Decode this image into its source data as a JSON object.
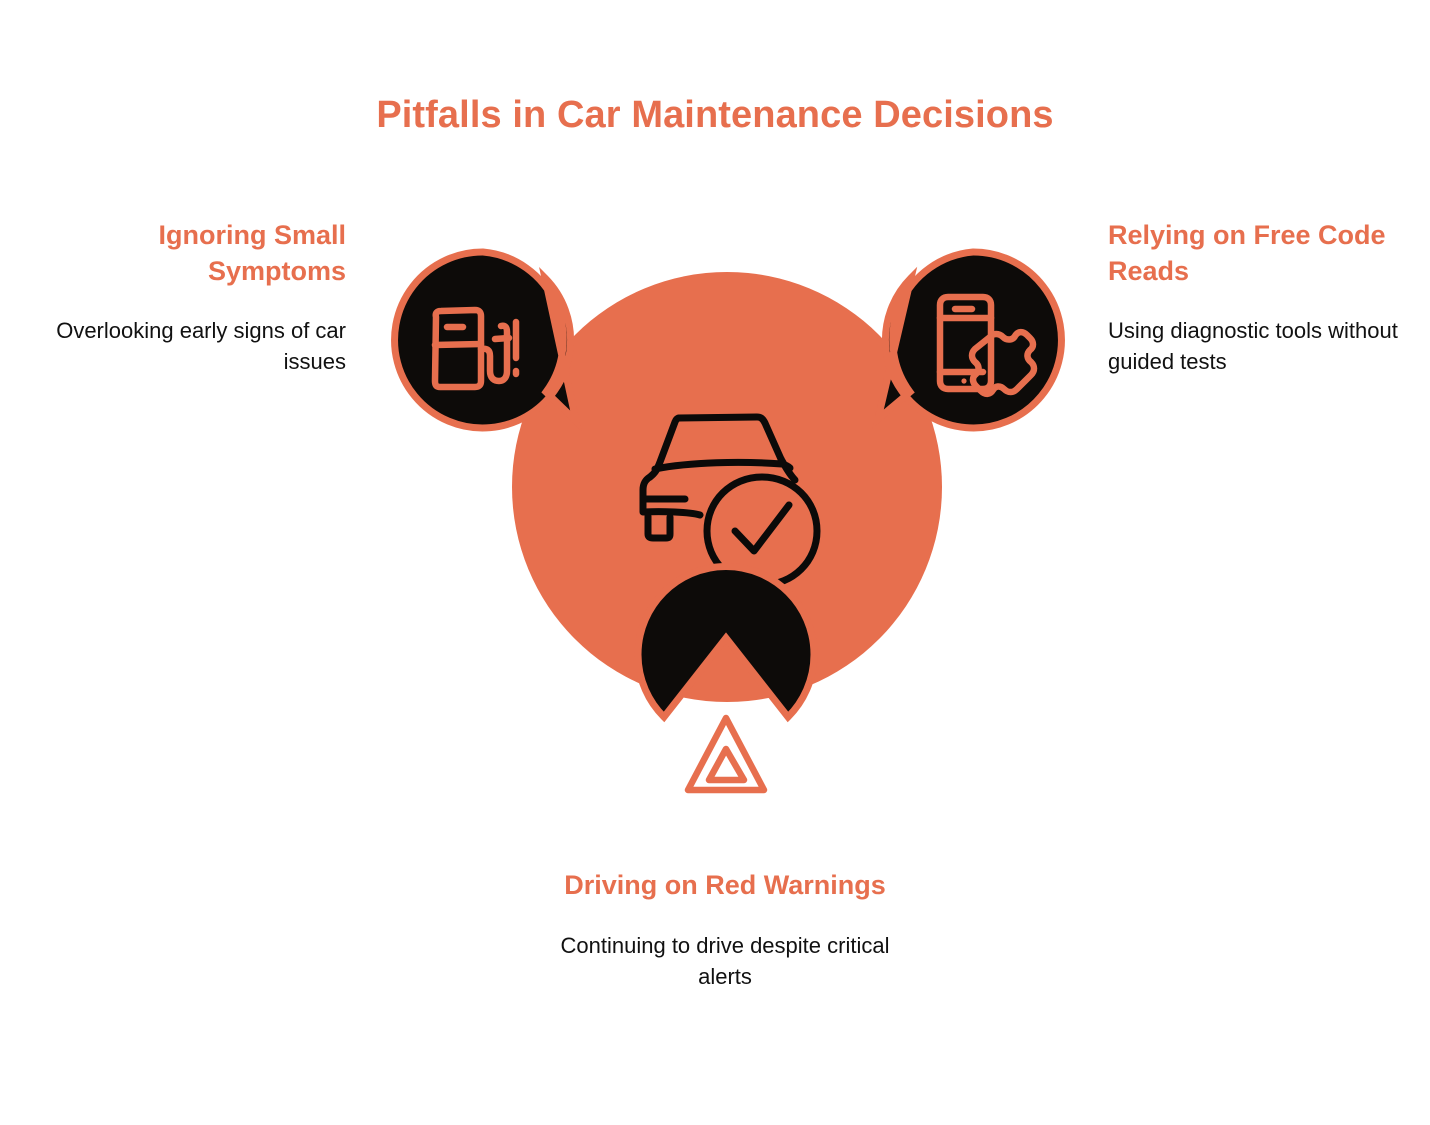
{
  "title": "Pitfalls in Car Maintenance Decisions",
  "colors": {
    "accent": "#E76F4E",
    "bubble_fill": "#0D0B09",
    "text_dark": "#111111",
    "background": "#FFFFFF"
  },
  "center": {
    "icon": "car-check-icon",
    "icon_label": "Car with checkmark"
  },
  "nodes": [
    {
      "id": "ignoring-small-symptoms",
      "heading": "Ignoring Small Symptoms",
      "description": "Overlooking early signs of car issues",
      "icon": "fuel-pump-alert-icon",
      "position": "left"
    },
    {
      "id": "relying-on-free-code-reads",
      "heading": "Relying on Free Code Reads",
      "description": "Using diagnostic tools without guided tests",
      "icon": "phone-puzzle-icon",
      "position": "right"
    },
    {
      "id": "driving-on-red-warnings",
      "heading": "Driving on Red Warnings",
      "description": "Continuing to drive despite critical alerts",
      "icon": "hazard-triangle-icon",
      "position": "bottom"
    }
  ]
}
